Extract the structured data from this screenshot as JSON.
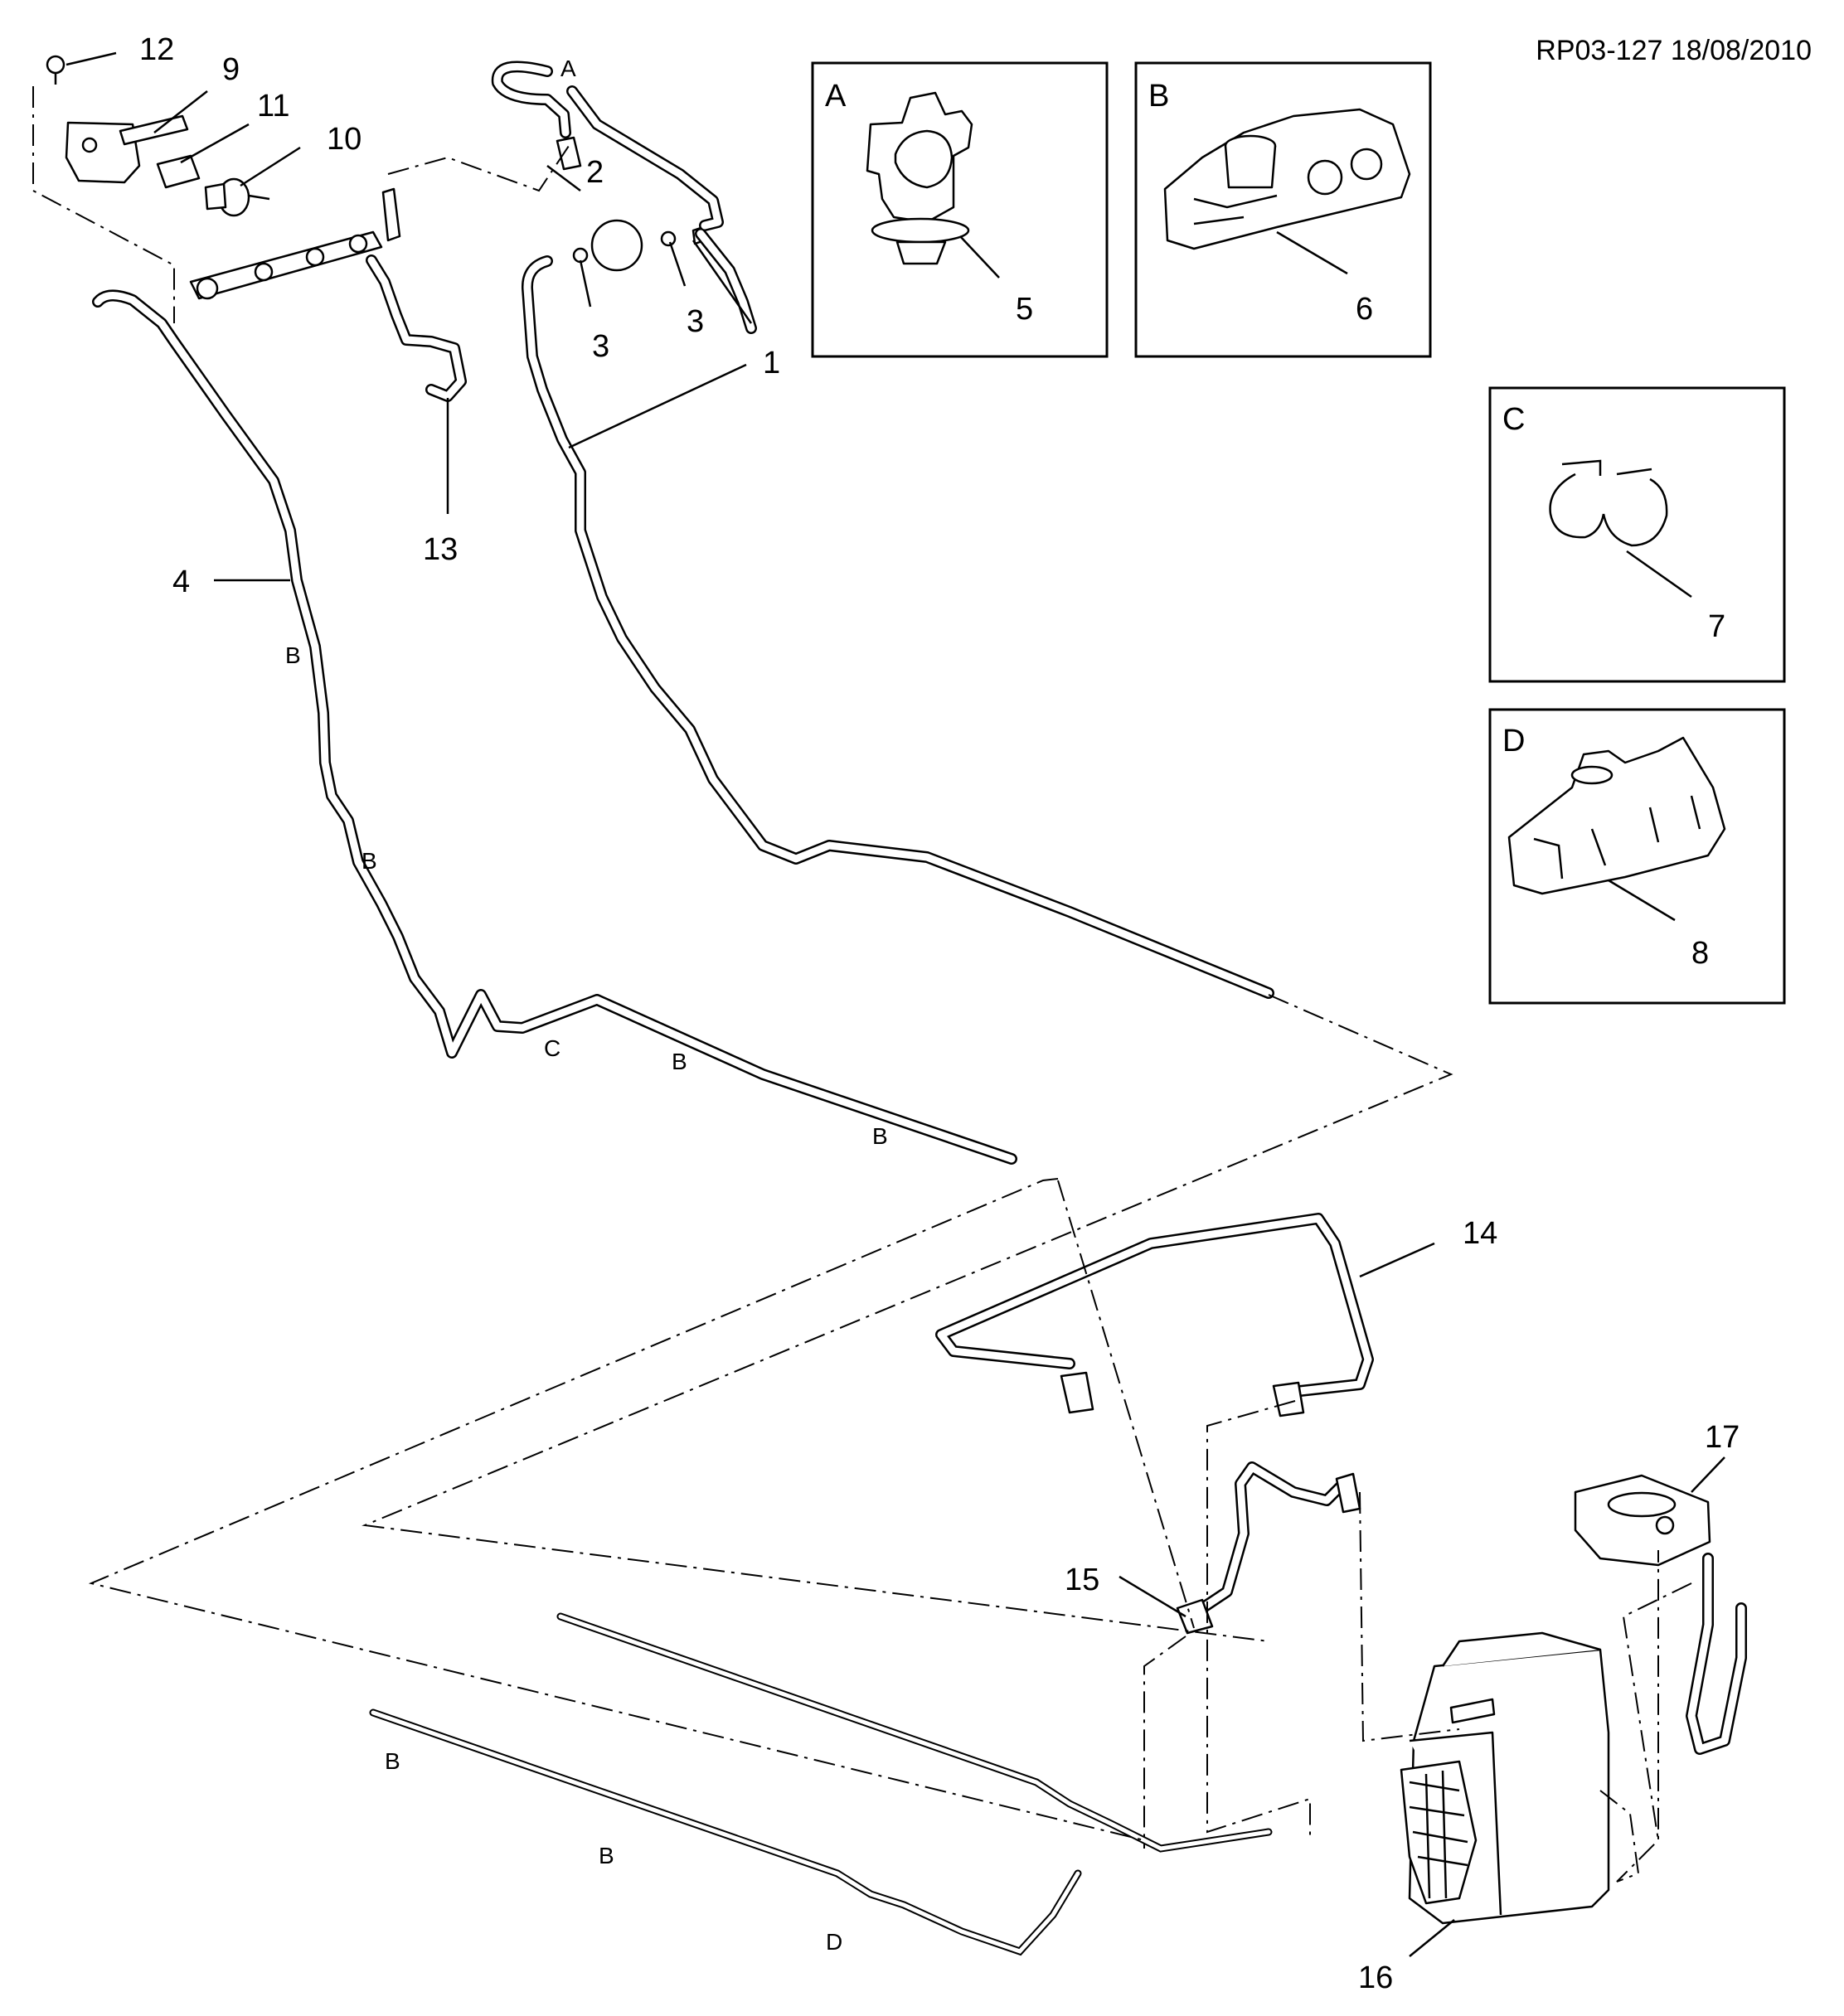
{
  "header": {
    "reference": "RP03-127 18/08/2010"
  },
  "callouts": {
    "n1": "1",
    "n2": "2",
    "n3a": "3",
    "n3b": "3",
    "n4": "4",
    "n5": "5",
    "n6": "6",
    "n7": "7",
    "n8": "8",
    "n9": "9",
    "n10": "10",
    "n11": "11",
    "n12": "12",
    "n13": "13",
    "n14": "14",
    "n15": "15",
    "n16": "16",
    "n17": "17"
  },
  "clip_letters": {
    "a_top": "A",
    "b1": "B",
    "b2": "B",
    "b3": "B",
    "b4": "B",
    "b5": "B",
    "b6": "B",
    "c1": "C",
    "d1": "D"
  },
  "detail_boxes": {
    "a": "A",
    "b": "B",
    "c": "C",
    "d": "D"
  }
}
